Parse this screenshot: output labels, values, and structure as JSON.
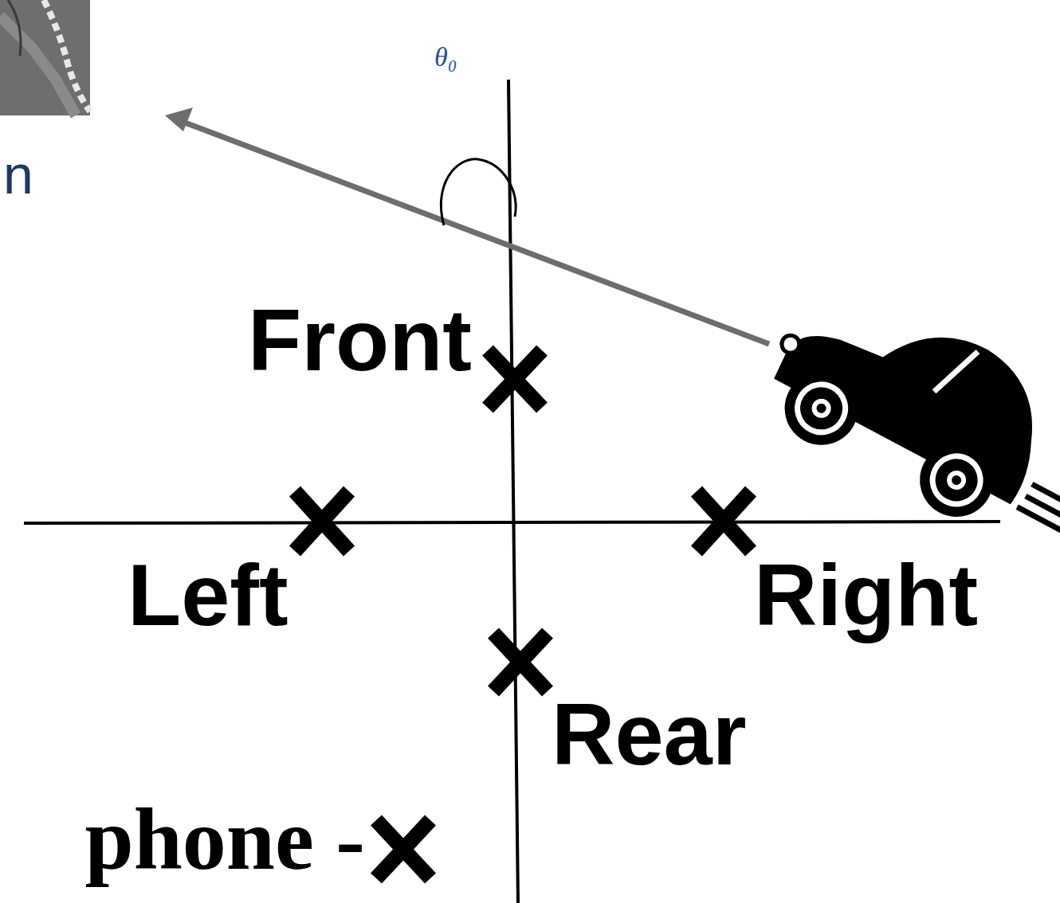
{
  "diagram": {
    "labels": [
      "θ₀",
      "n",
      "Front",
      "Left",
      "Right",
      "Rear",
      "phone -"
    ]
  }
}
